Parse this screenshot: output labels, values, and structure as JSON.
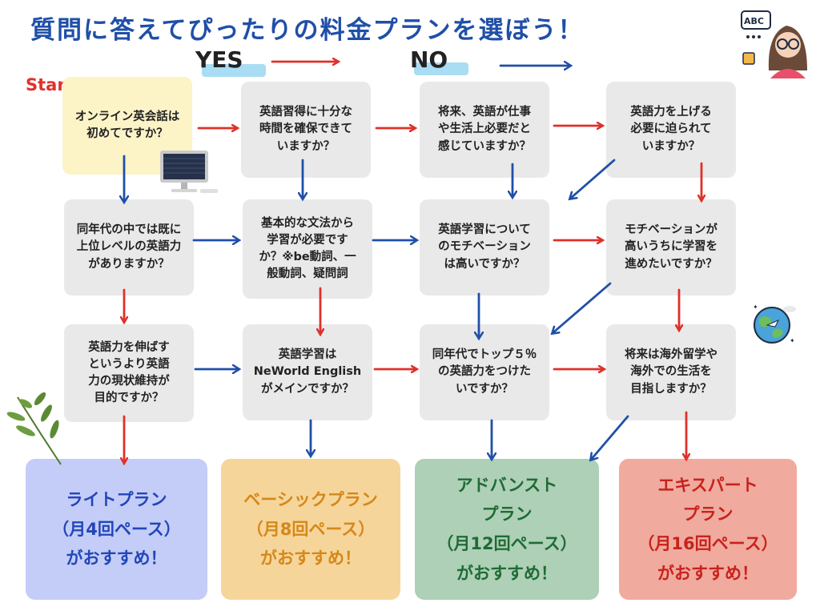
{
  "title": "質問に答えてぴったりの料金プランを選ぼう！",
  "legend": {
    "yes": "YES",
    "no": "NO"
  },
  "start_label": "Start!",
  "questions": {
    "q1": "オンライン英会話は\n初めてですか？",
    "q2": "英語習得に十分な\n時間を確保できて\nいますか？",
    "q3": "将来、英語が仕事\nや生活上必要だと\n感じていますか？",
    "q4": "英語力を上げる\n必要に迫られて\nいますか？",
    "q5": "同年代の中では既に\n上位レベルの英語力\nがありますか？",
    "q6": "基本的な文法から\n学習が必要です\nか？※be動詞、一\n般動詞、疑問詞",
    "q7": "英語学習について\nのモチベーション\nは高いですか？",
    "q8": "モチベーションが\n高いうちに学習を\n進めたいですか？",
    "q9": "英語力を伸ばす\nというより英語\n力の現状維持が\n目的ですか？",
    "q10": "英語学習は\nNeWorld English\nがメインですか？",
    "q11": "同年代でトップ５％\nの英語力をつけた\nいですか？",
    "q12": "将来は海外留学や\n海外での生活を\n目指しますか？"
  },
  "plans": {
    "light": "ライトプラン\n（月4回ペース）\nがおすすめ！",
    "basic": "ベーシックプラン\n（月8回ペース）\nがおすすめ！",
    "advanced": "アドバンスト\nプラン\n（月12回ペース）\nがおすすめ！",
    "expert": "エキスパート\nプラン\n（月16回ペース）\nがおすすめ！"
  },
  "colors": {
    "title": "#1f4fa8",
    "yes_arrow": "#e0302a",
    "no_arrow": "#1f4fa8",
    "box": "#e9e9e9",
    "start_box": "#fcf3c7",
    "light_bg": "#c4cdf7",
    "light_text": "#2346b8",
    "basic_bg": "#f6d59a",
    "basic_text": "#d4881a",
    "advanced_bg": "#aed0b6",
    "advanced_text": "#1f6b35",
    "expert_bg": "#f0aa9e",
    "expert_text": "#c8221c"
  },
  "icons": [
    "computer-icon",
    "globe-icon",
    "leaf-icon",
    "teacher-avatar-icon"
  ]
}
